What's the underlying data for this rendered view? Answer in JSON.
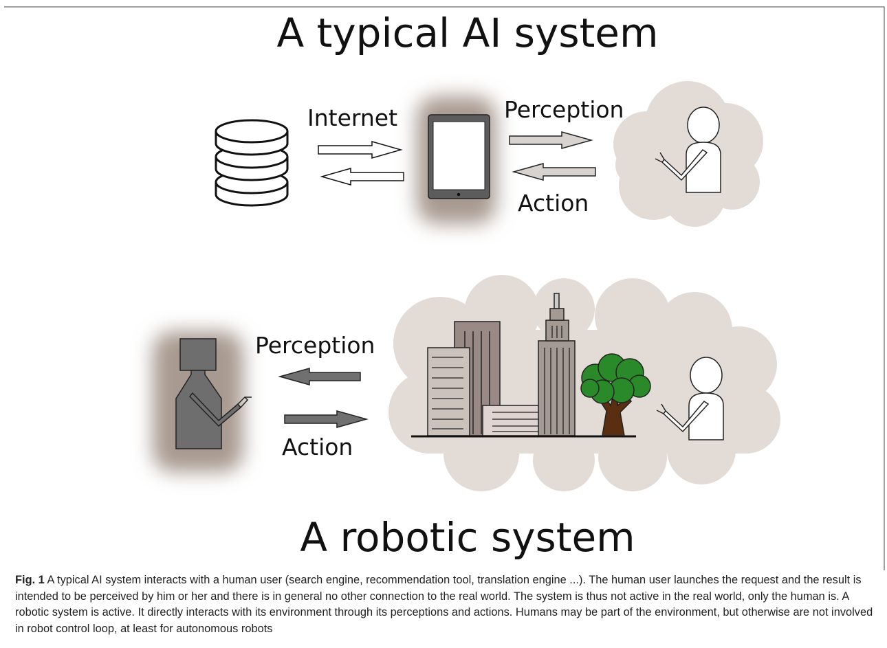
{
  "titles": {
    "top": "A typical AI system",
    "bottom": "A robotic system"
  },
  "labels": {
    "internet": "Internet",
    "perception_top": "Perception",
    "action_top": "Action",
    "perception_bottom": "Perception",
    "action_bottom": "Action"
  },
  "caption": {
    "fig_label": "Fig. 1",
    "text": "A typical AI system interacts with a human user (search engine, recommendation tool, translation engine ...). The human user launches the request and the result is intended to be perceived by him or her and there is in general no other connection to the real world. The system is thus not active in the real world, only the human is. A robotic system is active. It directly interacts with its environment through its perceptions and actions. Humans may be part of the environment, but otherwise are not involved in robot control loop, at least for autonomous robots"
  },
  "icons": {
    "database": "database-icon",
    "tablet": "tablet-icon",
    "human": "human-icon",
    "robot": "robot-icon",
    "city": "city-buildings-icon",
    "tree": "tree-icon"
  },
  "colors": {
    "glow": "#a89a90",
    "cloud": "#e3dcd6",
    "arrow_light": "#d8d3cf",
    "arrow_dark": "#707070",
    "robot_body": "#6e6e6e",
    "tree_leaves": "#2a8a2a",
    "tree_trunk": "#5a2e10"
  }
}
